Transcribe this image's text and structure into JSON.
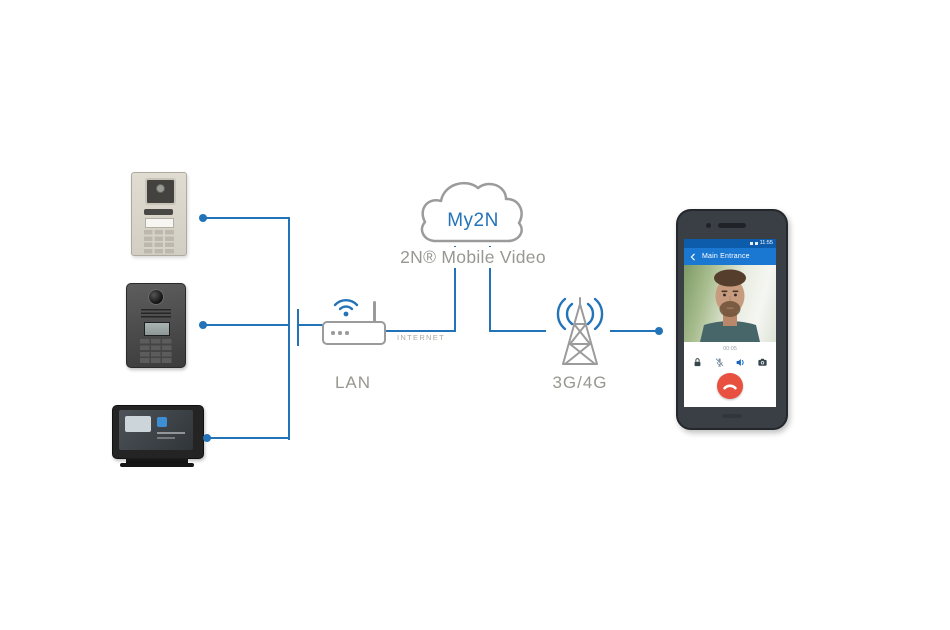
{
  "diagram": {
    "cloud": {
      "title": "My2N",
      "subtitle": "2N® Mobile Video"
    },
    "lan": {
      "label": "LAN",
      "link_label": "INTERNET"
    },
    "mobile_network": {
      "label": "3G/4G"
    },
    "phone_app": {
      "status_time": "11:55",
      "title": "Main Entrance",
      "call_timer": "00:05",
      "icons": {
        "back": "back-arrow-icon",
        "controls": [
          "lock-icon",
          "mic-muted-icon",
          "speaker-icon",
          "camera-icon"
        ],
        "hangup": "phone-hangup-icon"
      }
    },
    "colors": {
      "connector_blue": "#2373b9",
      "icon_gray": "#9b9b9b",
      "label_gray": "#97978f",
      "phone_appbar_blue": "#1a78d2",
      "phone_statusbar_blue": "#0d5cab",
      "hangup_red": "#e8503f"
    }
  }
}
